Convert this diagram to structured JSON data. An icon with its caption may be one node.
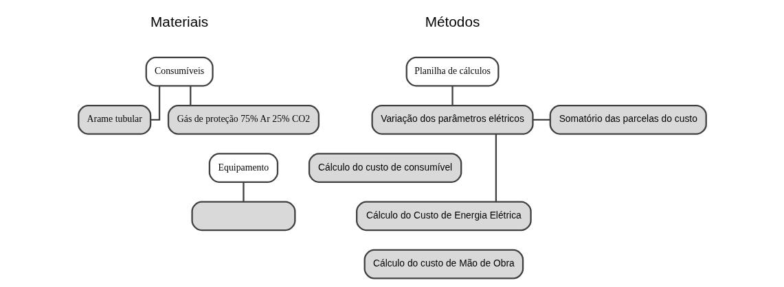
{
  "diagram": {
    "nodes": [
      {
        "text": [
          "Consumíveis"
        ]
      },
      {
        "text": [
          "Arame tubular"
        ]
      },
      {
        "text": [
          "Gás de proteção 75% Ar 25% CO2"
        ]
      },
      {
        "text": [
          "Equipamento"
        ]
      },
      {
        "text": [],
        "shape": "box"
      },
      {
        "text": [
          "Planilha de cálculos"
        ]
      },
      {
        "text": [
          "Variação dos parâmetros elétricos"
        ]
      },
      {
        "text": [
          "Somatório das parcelas do custo"
        ]
      },
      {
        "text": [
          "Cálculo do custo de consumível"
        ]
      },
      {
        "text": [
          "Cálculo do Custo de Energia Elétrica"
        ]
      },
      {
        "text": [
          "Cálculo do custo de Mão de Obra"
        ]
      }
    ],
    "edges": [
      {
        "from": 0,
        "to": 1,
        "arrow": "none"
      },
      {
        "from": 0,
        "to": 2,
        "arrow": "none"
      },
      {
        "from": 3,
        "to": 4,
        "arrow": "none"
      },
      {
        "from": 5,
        "to": 6,
        "arrow": "none"
      },
      {
        "from": 6,
        "to": 7,
        "arrow": "none"
      },
      {
        "from": 6,
        "to": 9,
        "arrow": "none"
      }
    ],
    "labels": [
      "Materiais",
      "Métodos"
    ]
  }
}
